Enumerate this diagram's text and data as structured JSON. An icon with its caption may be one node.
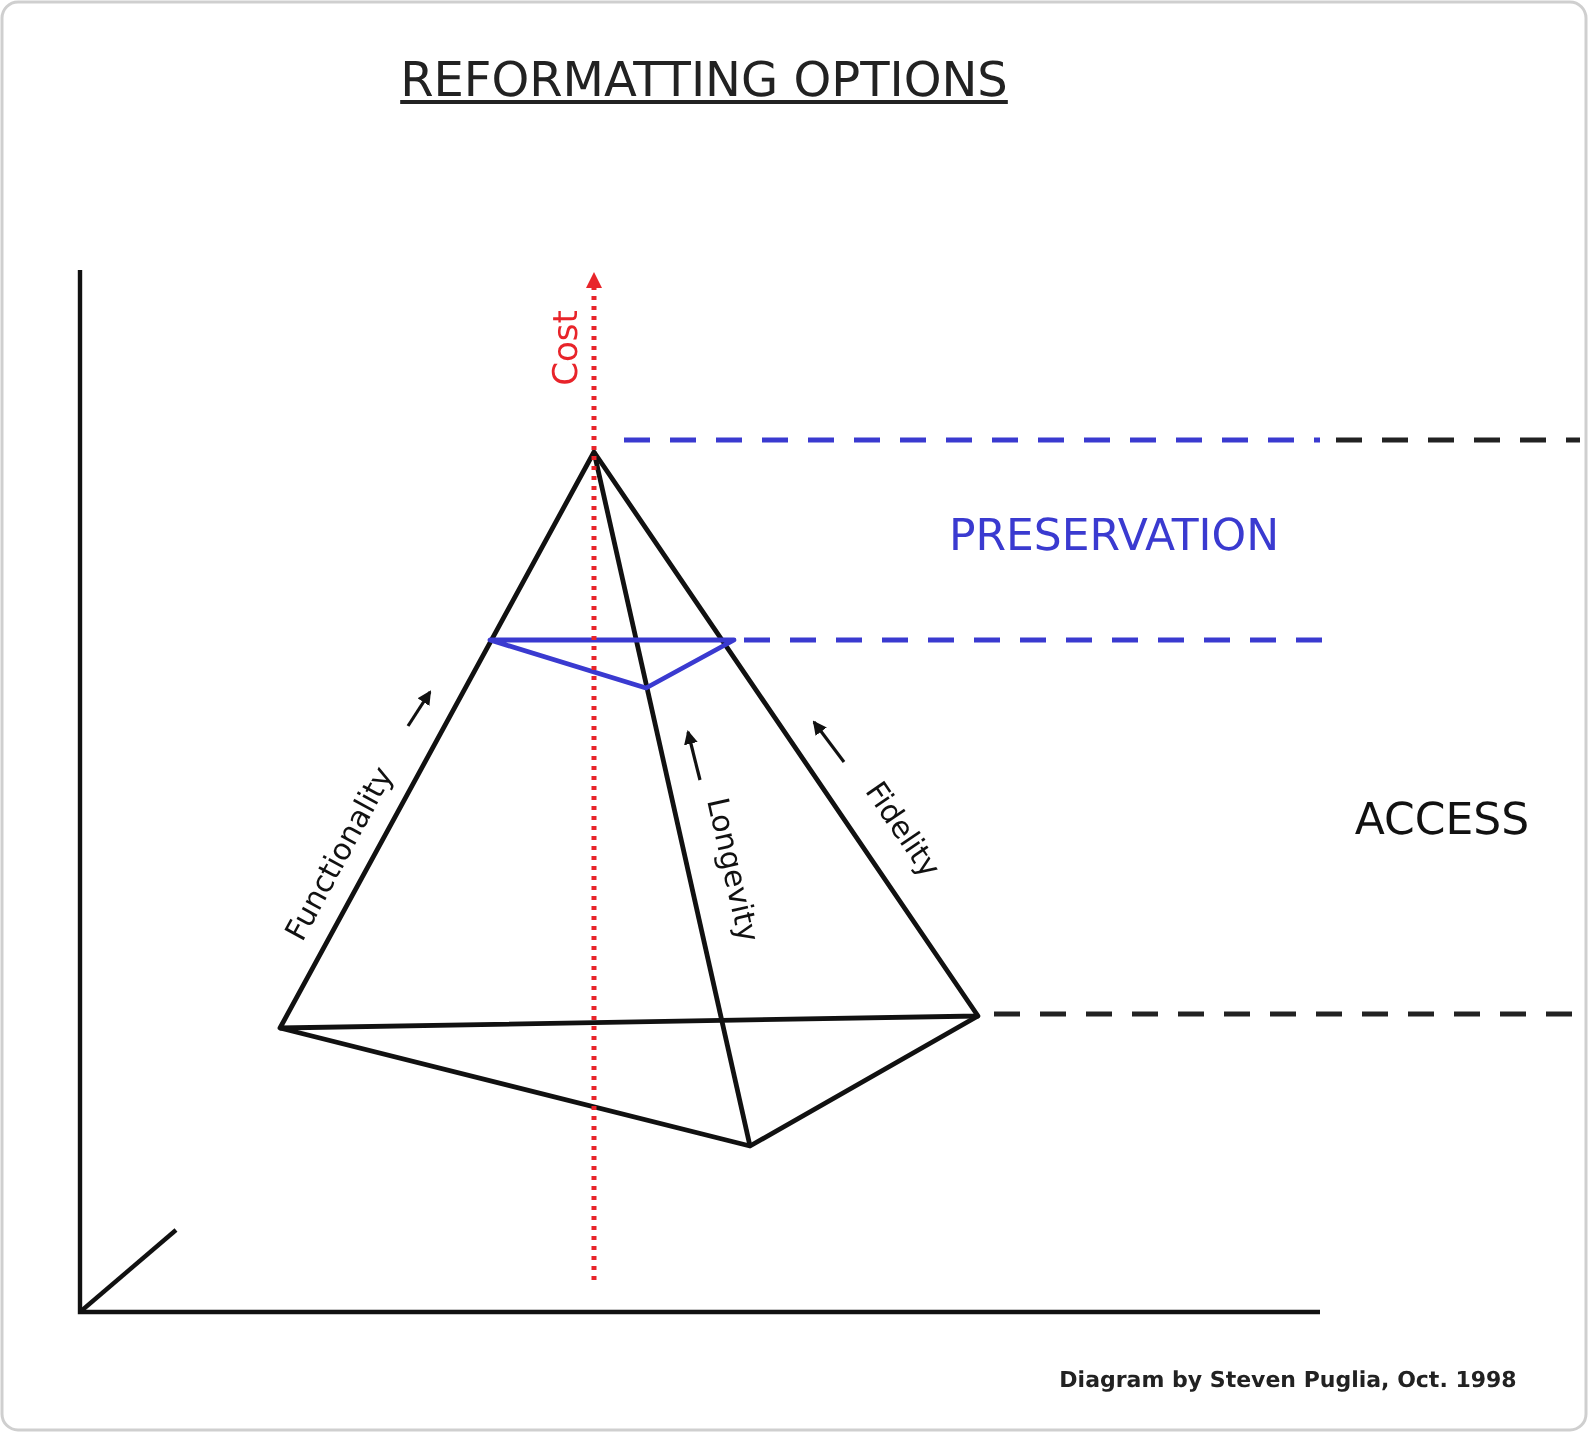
{
  "diagram": {
    "title": "REFORMATTING OPTIONS",
    "labels": [
      "Cost",
      "PRESERVATION",
      "ACCESS",
      "Functionality",
      "Longevity",
      "Fidelity",
      "Diagram by Steven Puglia, Oct. 1998"
    ]
  }
}
